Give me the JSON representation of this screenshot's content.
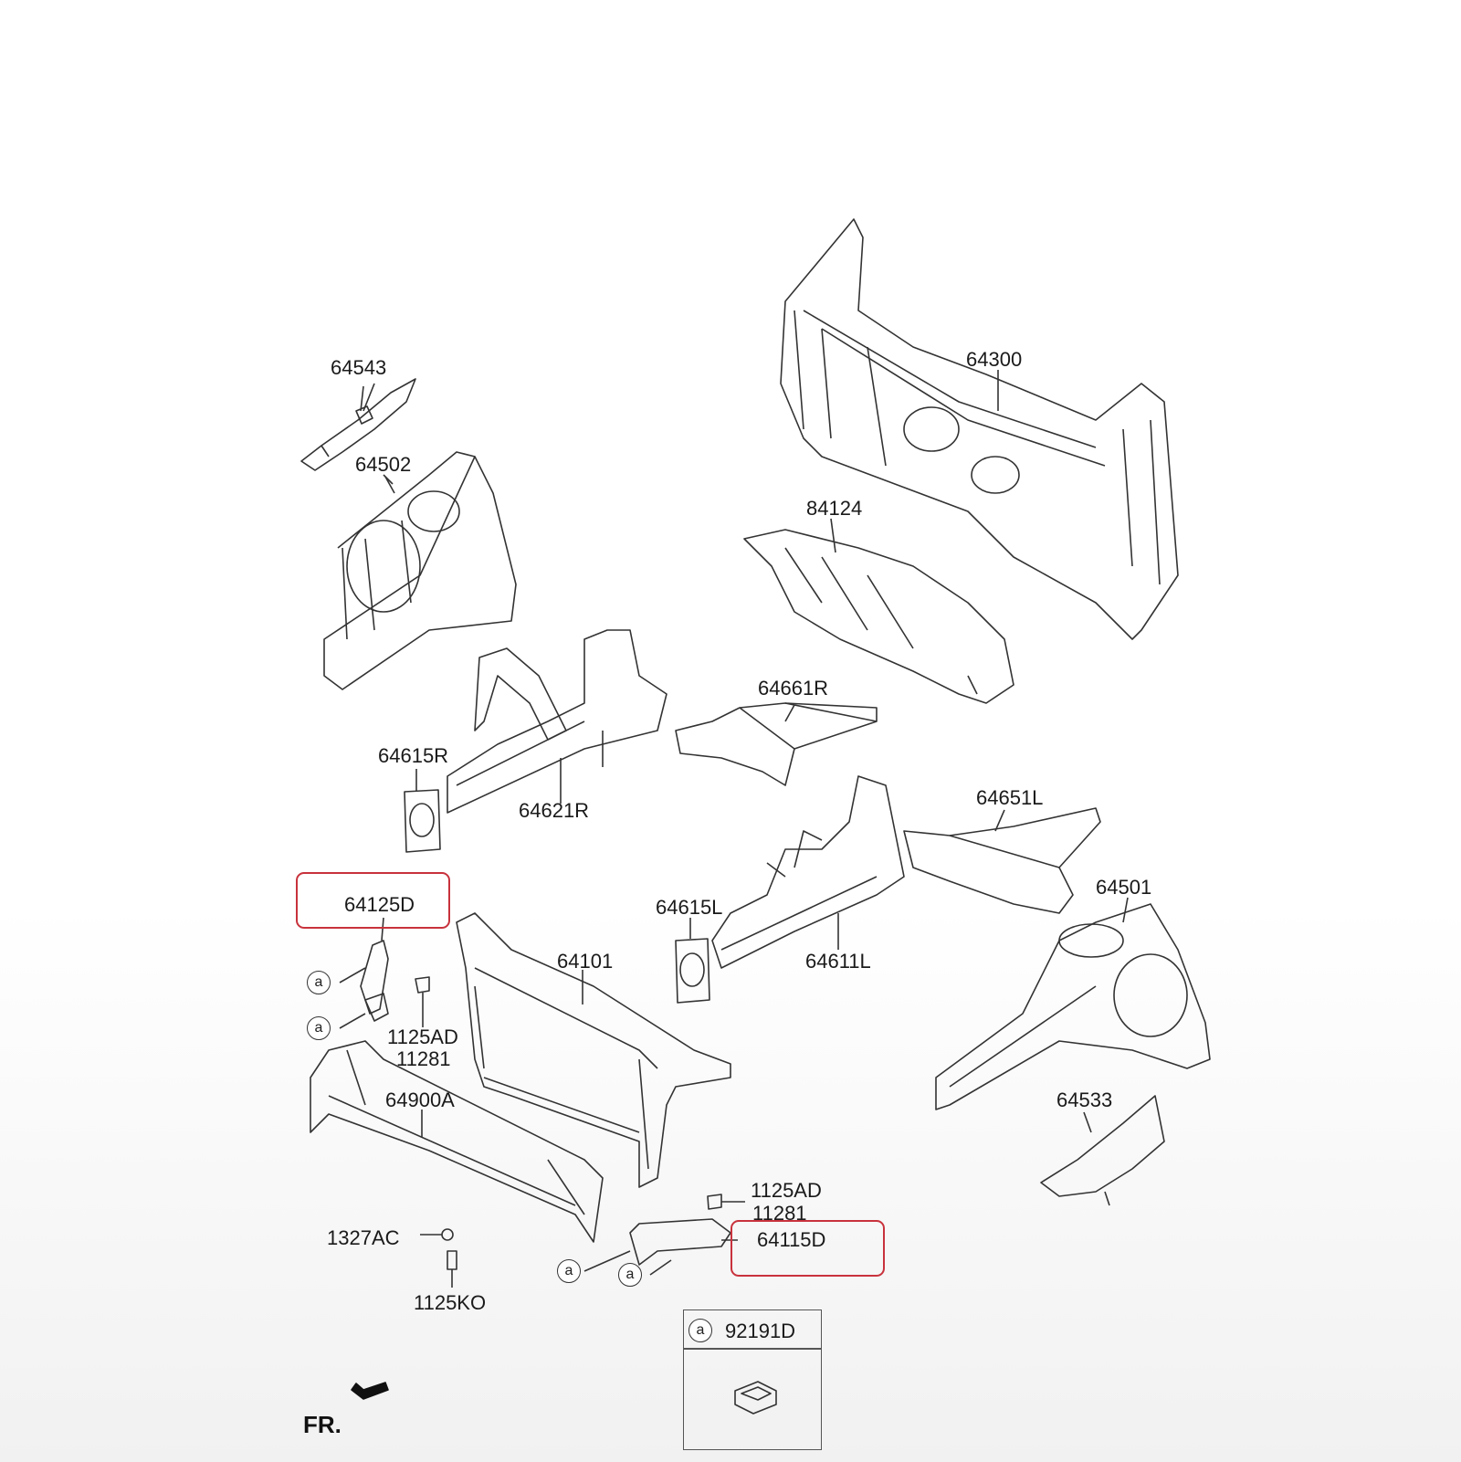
{
  "parts": {
    "p64543": "64543",
    "p64502": "64502",
    "p64300": "64300",
    "p84124": "84124",
    "p64661R": "64661R",
    "p64615R": "64615R",
    "p64621R": "64621R",
    "p64651L": "64651L",
    "p64125D": "64125D",
    "p64615L": "64615L",
    "p64501": "64501",
    "p64101": "64101",
    "p64611L": "64611L",
    "p1125AD_top": "1125AD",
    "p11281_top": "11281",
    "p64900A": "64900A",
    "p64533": "64533",
    "p1125AD_bot": "1125AD",
    "p11281_bot": "11281",
    "p1327AC": "1327AC",
    "p64115D": "64115D",
    "p1125KO": "1125KO"
  },
  "callout_marker": "a",
  "legend": {
    "marker": "a",
    "part": "92191D"
  },
  "direction": {
    "label": "FR."
  },
  "highlight_color": "#c8323c"
}
